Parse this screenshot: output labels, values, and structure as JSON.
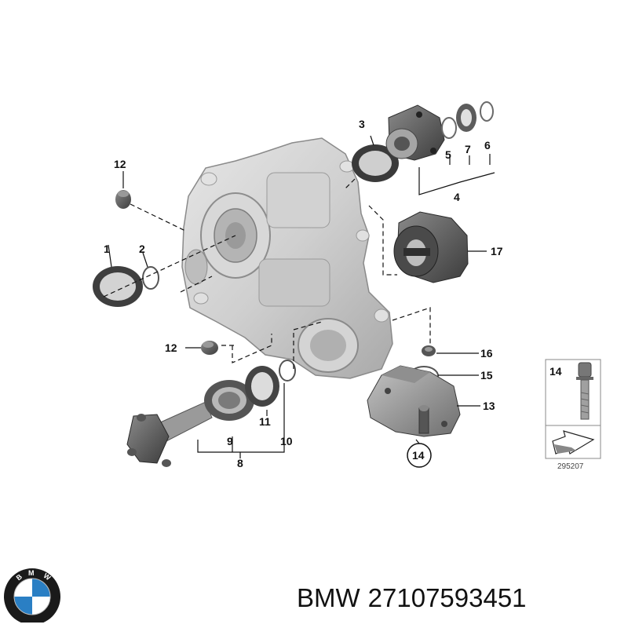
{
  "callouts": {
    "c1": "1",
    "c2": "2",
    "c3": "3",
    "c4": "4",
    "c5": "5",
    "c6": "6",
    "c7": "7",
    "c8": "8",
    "c9": "9",
    "c10": "10",
    "c11": "11",
    "c12a": "12",
    "c12b": "12",
    "c13": "13",
    "c14a": "14",
    "c14b": "14",
    "c15": "15",
    "c16": "16",
    "c17": "17"
  },
  "detail_box": {
    "label": "14",
    "ref_code": "295207"
  },
  "caption": {
    "brand": "BMW",
    "part_number": "27107593451"
  },
  "logo": {
    "text": "BMW",
    "colors": {
      "ring": "#1a1a1a",
      "blue": "#2a7fc4",
      "white": "#ffffff"
    }
  }
}
